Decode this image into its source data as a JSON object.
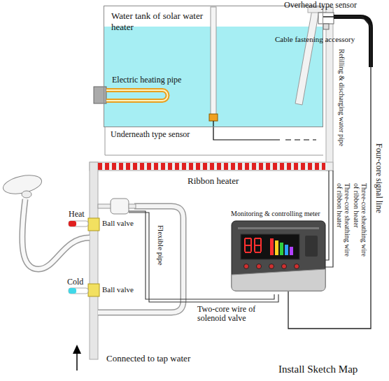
{
  "diagram": {
    "caption": "Install Sketch Map",
    "nodes": [
      {
        "text": [
          "Water tank of solar water heater"
        ]
      },
      {
        "text": [
          "Monitoring & controlling meter"
        ]
      }
    ],
    "edges": [
      {
        "from": 0,
        "to": 1,
        "arrow": "none",
        "label": "Four-core signal line"
      }
    ],
    "labels": [
      "Overhead type sensor",
      "Cable fastening accessory",
      "Electric heating pipe",
      "Underneath type sensor",
      "Refilling & discharging water pipe",
      "Ribbon heater",
      "Three-core sheathing wire of ribbon heater",
      "Three-core sheathing wire of ribbon heater",
      "Heat",
      "Ball valve",
      "Flexible pipe",
      "Cold",
      "Ball valve",
      "Two-core wire of solenoid valve",
      "Connected to tap water"
    ]
  }
}
